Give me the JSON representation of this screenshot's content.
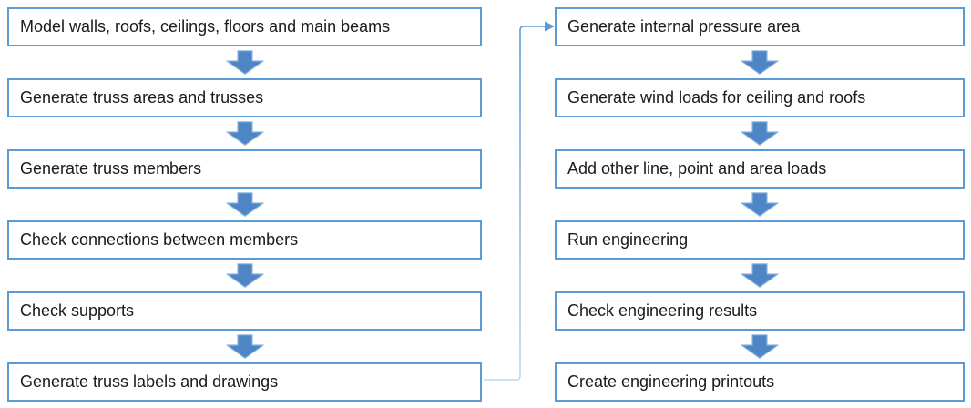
{
  "flowchart": {
    "left_column": {
      "steps": [
        "Model walls, roofs, ceilings, floors and main beams",
        "Generate truss areas and trusses",
        "Generate truss members",
        "Check connections between members",
        "Check supports",
        "Generate truss labels and drawings"
      ]
    },
    "right_column": {
      "steps": [
        "Generate internal pressure area",
        "Generate wind loads for ceiling and roofs",
        "Add other line, point and area loads",
        "Run engineering",
        "Check engineering results",
        "Create engineering printouts"
      ]
    },
    "connector": {
      "from": "Generate truss labels and drawings",
      "to": "Generate internal pressure area"
    },
    "colors": {
      "box_border": "#5B9BD5",
      "box_fill": "#FFFFFF",
      "arrow_fill": "#4E86C5",
      "arrow_outline": "#8DB4DF",
      "text": "#1A1A1A",
      "connector_start": "#BDD7EE",
      "connector_end": "#5B9BD5"
    }
  }
}
